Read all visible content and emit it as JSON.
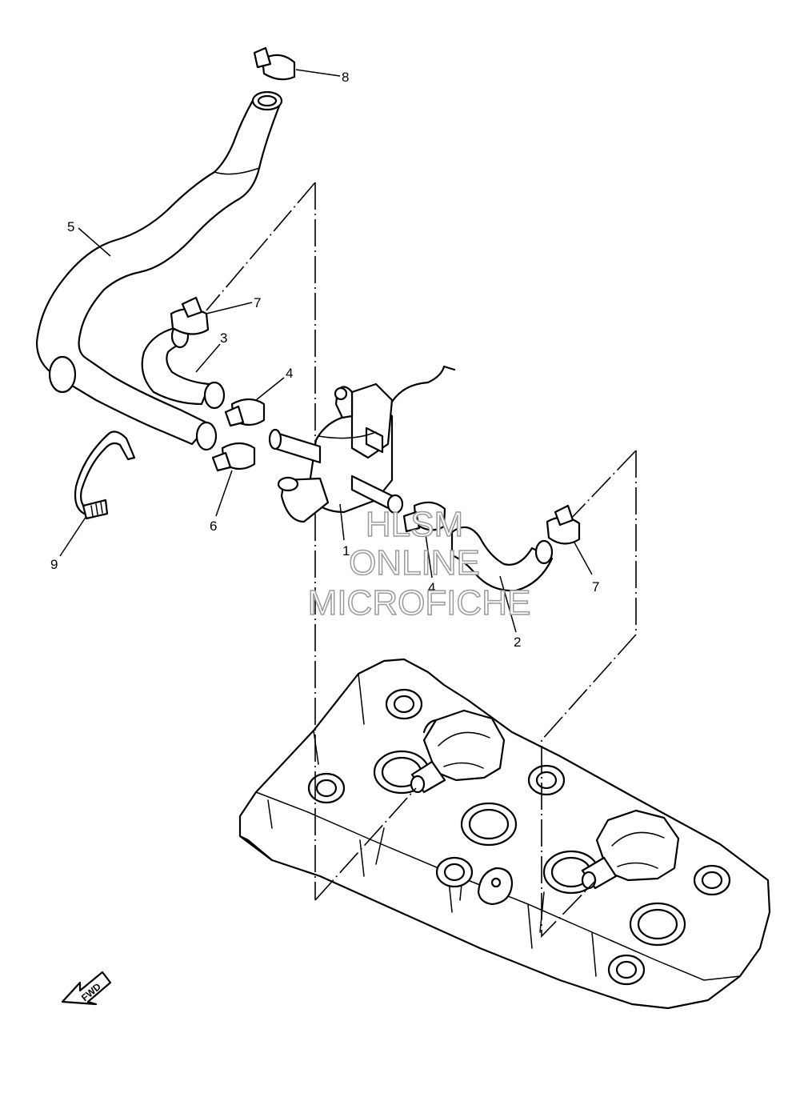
{
  "callouts": [
    {
      "id": "c1",
      "label": "1"
    },
    {
      "id": "c2",
      "label": "2"
    },
    {
      "id": "c3",
      "label": "3"
    },
    {
      "id": "c4a",
      "label": "4"
    },
    {
      "id": "c4b",
      "label": "4"
    },
    {
      "id": "c5",
      "label": "5"
    },
    {
      "id": "c6",
      "label": "6"
    },
    {
      "id": "c7a",
      "label": "7"
    },
    {
      "id": "c7b",
      "label": "7"
    },
    {
      "id": "c8",
      "label": "8"
    },
    {
      "id": "c9",
      "label": "9"
    }
  ],
  "fwd_arrow": {
    "label": "FWD"
  },
  "watermark": {
    "line1": "HLSM",
    "line2": "ONLINE",
    "line3": "MICROFICHE"
  },
  "colors": {
    "line": "#000000",
    "background": "#ffffff",
    "watermark_outline": "#9a9a9a"
  },
  "icons": [
    "fwd-arrow-icon"
  ]
}
